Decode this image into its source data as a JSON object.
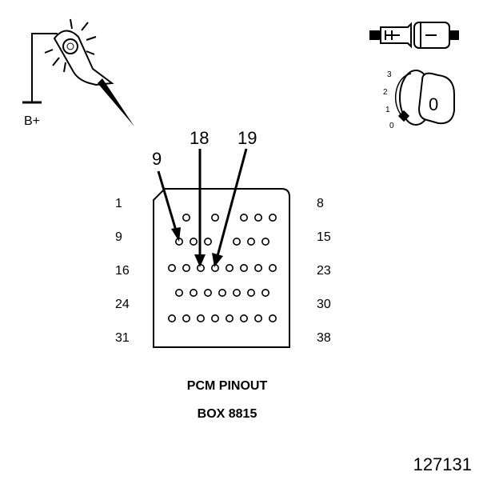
{
  "test_light": {
    "supply_label": "B+"
  },
  "connector": {
    "left_labels": [
      "1",
      "9",
      "16",
      "24",
      "31"
    ],
    "right_labels": [
      "8",
      "15",
      "23",
      "30",
      "38"
    ],
    "callouts": [
      "9",
      "18",
      "19"
    ]
  },
  "ignition": {
    "positions": [
      "3",
      "2",
      "1",
      "0"
    ],
    "key_label": "0"
  },
  "caption": {
    "line1": "PCM PINOUT",
    "line2": "BOX 8815"
  },
  "figure_number": "127131"
}
